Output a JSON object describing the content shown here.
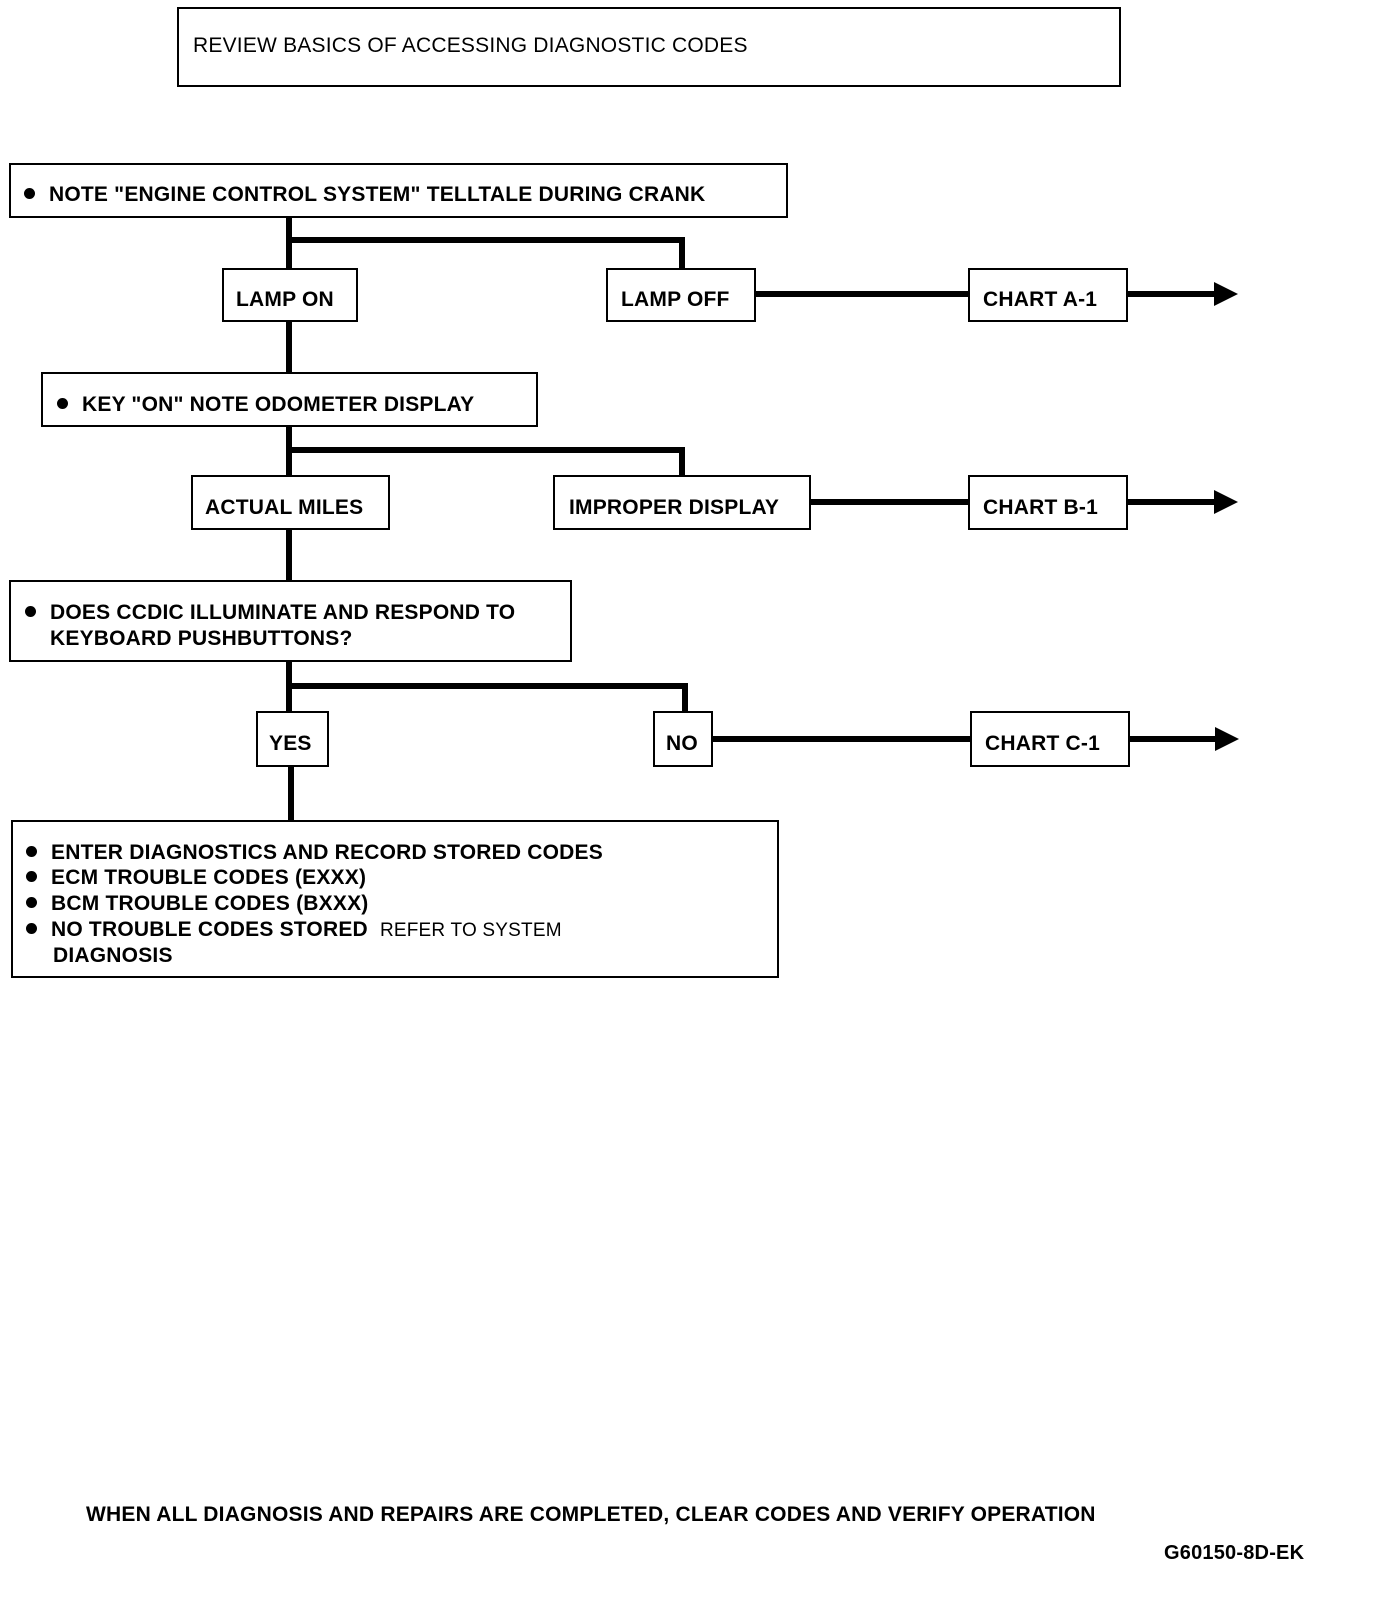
{
  "header": {
    "title": "REVIEW BASICS OF ACCESSING DIAGNOSTIC CODES"
  },
  "step1": {
    "text": "NOTE \"ENGINE CONTROL SYSTEM\" TELLTALE DURING CRANK"
  },
  "branch1": {
    "yes": "LAMP ON",
    "no": "LAMP OFF",
    "chart": "CHART A-1"
  },
  "step2": {
    "text": "KEY \"ON\" NOTE ODOMETER DISPLAY"
  },
  "branch2": {
    "yes": "ACTUAL MILES",
    "no": "IMPROPER DISPLAY",
    "chart": "CHART B-1"
  },
  "step3": {
    "line1": "DOES CCDIC ILLUMINATE AND RESPOND TO",
    "line2": "KEYBOARD PUSHBUTTONS?"
  },
  "branch3": {
    "yes": "YES",
    "no": "NO",
    "chart": "CHART C-1"
  },
  "final": {
    "items": [
      "ENTER DIAGNOSTICS AND RECORD STORED CODES",
      "ECM TROUBLE CODES (EXXX)",
      "BCM TROUBLE CODES (BXXX)",
      "NO TROUBLE CODES STORED"
    ],
    "refer": "REFER TO SYSTEM",
    "refer_cont": "DIAGNOSIS"
  },
  "footer": {
    "note": "WHEN ALL DIAGNOSIS AND REPAIRS ARE COMPLETED, CLEAR CODES AND VERIFY OPERATION",
    "code": "G60150-8D-EK"
  }
}
